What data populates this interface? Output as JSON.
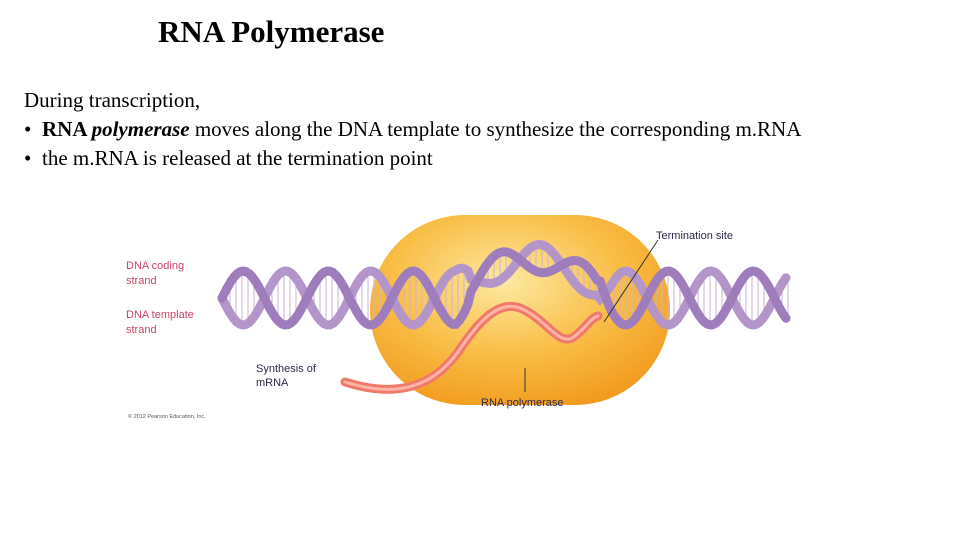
{
  "title": "RNA Polymerase",
  "intro": "During transcription,",
  "bullets": [
    {
      "bullet": "•",
      "strong": "RNA ",
      "italic": "polymerase",
      "rest": " moves along the DNA template to synthesize the corresponding m.RNA"
    },
    {
      "bullet": "•",
      "rest": "the m.RNA is released at the termination point"
    }
  ],
  "figure": {
    "labels": {
      "coding_strand_1": "DNA coding",
      "coding_strand_2": "strand",
      "template_strand_1": "DNA template",
      "template_strand_2": "strand",
      "synthesis_1": "Synthesis of",
      "synthesis_2": "mRNA",
      "termination": "Termination site",
      "polymerase": "RNA polymerase",
      "copyright": "© 2012 Pearson Education, Inc."
    },
    "colors": {
      "enzyme": "#f7a624",
      "dna_strand": "#b495c9",
      "mrna": "#f07a6a",
      "label_red": "#cc4466"
    }
  }
}
